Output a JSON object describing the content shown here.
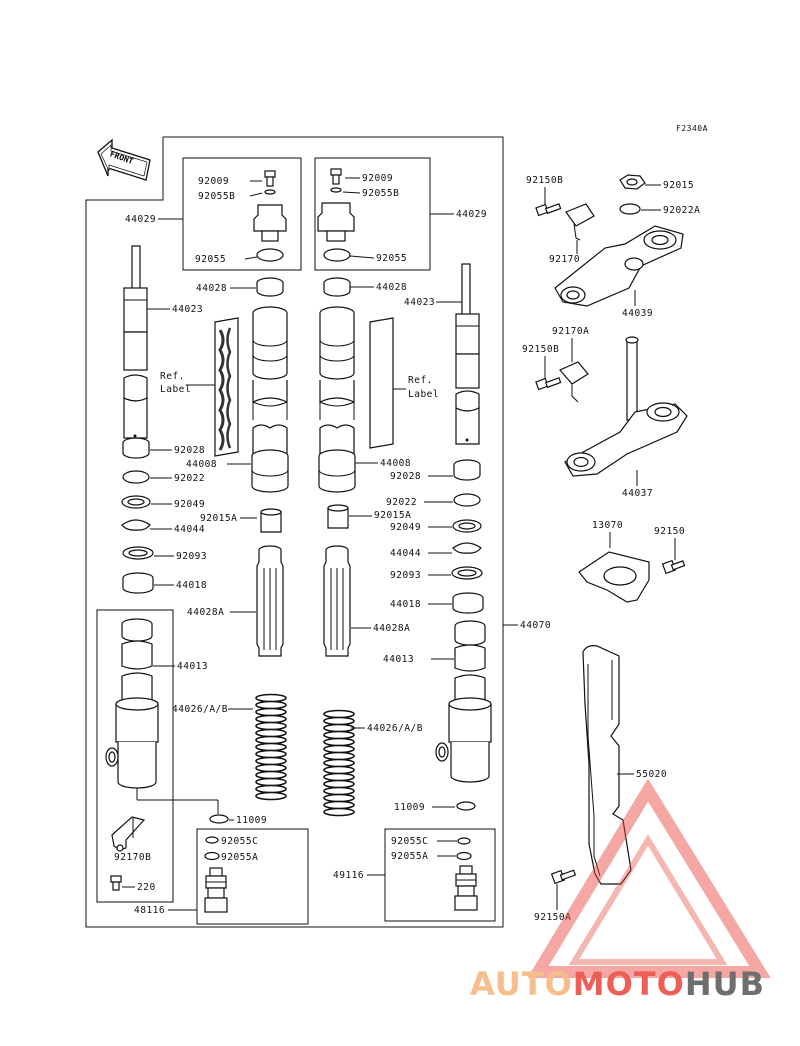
{
  "figure_code": "F2340A",
  "front_label": "FRONT",
  "ref_label": [
    "Ref.",
    "Label"
  ],
  "labels": {
    "l44029": "44029",
    "r44029": "44029",
    "l92009": "92009",
    "l92055B": "92055B",
    "l92055": "92055",
    "r92009": "92009",
    "r92055B": "92055B",
    "r92055": "92055",
    "l44028": "44028",
    "r44028": "44028",
    "l44023": "44023",
    "r44023": "44023",
    "l92028": "92028",
    "r92028": "92028",
    "l44008": "44008",
    "r44008": "44008",
    "l92022": "92022",
    "r92022": "92022",
    "l92049": "92049",
    "r92049": "92049",
    "l92015A": "92015A",
    "r92015A": "92015A",
    "l44044": "44044",
    "r44044": "44044",
    "l92093": "92093",
    "r92093": "92093",
    "l44018": "44018",
    "r44018": "44018",
    "l44028A": "44028A",
    "r44028A": "44028A",
    "l44013": "44013",
    "r44013": "44013",
    "l44026": "44026/A/B",
    "r44026": "44026/A/B",
    "l11009": "11009",
    "r11009": "11009",
    "l92055C": "92055C",
    "l92055A": "92055A",
    "r92055C": "92055C",
    "r92055A": "92055A",
    "l92170B": "92170B",
    "l220": "220",
    "l48116": "48116",
    "r49116": "49116",
    "s92150B_1": "92150B",
    "s92015": "92015",
    "s92022A": "92022A",
    "s92170": "92170",
    "s44039": "44039",
    "s92170A": "92170A",
    "s92150B_2": "92150B",
    "s44037": "44037",
    "s13070": "13070",
    "s92150": "92150",
    "s44070": "44070",
    "s55020": "55020",
    "s92150A": "92150A"
  },
  "watermark": {
    "part1": "AUTO",
    "part2": "MOTO",
    "part3": "HUB",
    "color1": "#f5b27a",
    "color2": "#e8443a",
    "color3": "#555555"
  }
}
